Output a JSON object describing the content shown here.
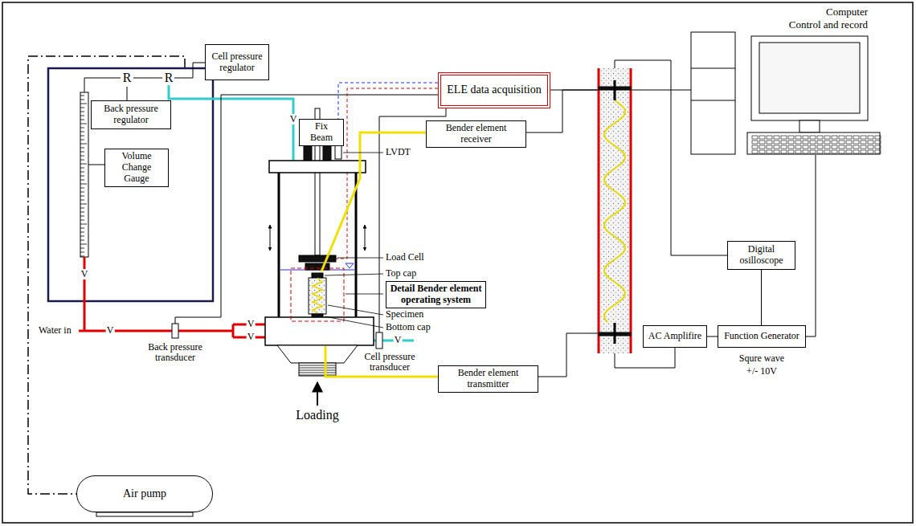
{
  "diagram": {
    "nodes": [
      {
        "text": [
          "Cell pressure regulator"
        ]
      },
      {
        "text": [
          "Back pressure regulator"
        ]
      },
      {
        "text": [
          "Volume Change Gauge"
        ]
      },
      {
        "text": [
          "ELE data acquisition"
        ]
      },
      {
        "text": [
          "Fix Beam"
        ]
      },
      {
        "text": [
          "Bender element receiver"
        ]
      },
      {
        "text": [
          "Detail Bender element operating system"
        ]
      },
      {
        "text": [
          "Bender element transmitter"
        ]
      },
      {
        "text": [
          "Digital osilloscope"
        ]
      },
      {
        "text": [
          "AC Amplifire"
        ]
      },
      {
        "text": [
          "Function Generator"
        ]
      },
      {
        "text": [
          "Air pump"
        ]
      }
    ],
    "edges": [
      {
        "from": 9,
        "to": 10,
        "arrow": "none"
      },
      {
        "from": 8,
        "to": 10,
        "arrow": "none"
      }
    ],
    "labels": [
      "Computer",
      "Control and record",
      "R",
      "R",
      "V",
      "LVDT",
      "Load Cell",
      "Top cap",
      "Specimen",
      "Bottom cap",
      "V",
      "Water in",
      "V",
      "V",
      "V",
      "V",
      "Back pressure transducer",
      "Cell pressure transducer",
      "Loading",
      "Squre wave",
      "+/- 10V"
    ]
  }
}
